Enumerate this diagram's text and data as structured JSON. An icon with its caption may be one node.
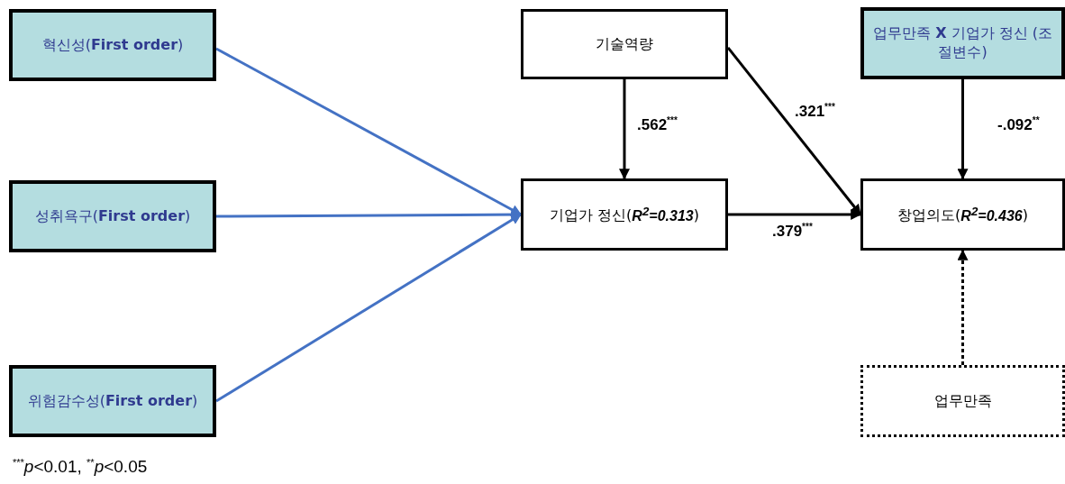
{
  "diagram": {
    "nodes": [
      {
        "text": [
          "혁신성(**First order**)"
        ]
      },
      {
        "text": [
          "성취욕구(**First order**)"
        ]
      },
      {
        "text": [
          "위험감수성(**First order**)"
        ]
      },
      {
        "text": [
          "기술역량"
        ]
      },
      {
        "text": [
          "업무만족 **X** 기업가 정신 (조절변수)"
        ]
      },
      {
        "text": [
          "기업가 정신(**R$^{2}$=0.313**)"
        ]
      },
      {
        "text": [
          "창업의도(**R$^{2}$=0.436**)"
        ]
      },
      {
        "text": [
          "업무만족"
        ]
      }
    ],
    "edges": [
      {
        "from": 0,
        "to": 5,
        "arrow": "to",
        "color": "#4472c4"
      },
      {
        "from": 1,
        "to": 5,
        "arrow": "to",
        "color": "#4472c4"
      },
      {
        "from": 2,
        "to": 5,
        "arrow": "to",
        "color": "#4472c4"
      },
      {
        "from": 3,
        "to": 5,
        "arrow": "to",
        "label": ".562$^{***}$"
      },
      {
        "from": 3,
        "to": 6,
        "arrow": "to",
        "label": ".321$^{***}$"
      },
      {
        "from": 5,
        "to": 6,
        "arrow": "to",
        "label": ".379$^{***}$"
      },
      {
        "from": 4,
        "to": 6,
        "arrow": "to",
        "label": "-.092$^{**}$"
      },
      {
        "from": 7,
        "to": 6,
        "arrow": "to",
        "style": "dashed"
      }
    ],
    "labels": [
      "$^{***}$*p*<0.01, $^{**}$*p*<0.05"
    ]
  }
}
